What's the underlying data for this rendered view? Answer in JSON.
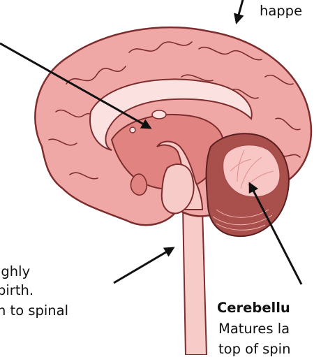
{
  "labels": {
    "top": "happe",
    "brainstem": {
      "line1": "ighly",
      "line2": "birth.",
      "line3": "n to spinal"
    },
    "cerebellum": {
      "title": "Cerebellu",
      "line1": "Matures la",
      "line2": "top of spin"
    }
  },
  "colors": {
    "cerebrum": "#efa8a6",
    "cerebrum_outline": "#7d2d2d",
    "inner_region": "#e18381",
    "corpus_callosum": "#fbe2e0",
    "brainstem": "#f7cbc8",
    "cerebellum": "#a9504c",
    "cerebellum_tree": "#f8c6c4",
    "arrow": "#111111"
  }
}
